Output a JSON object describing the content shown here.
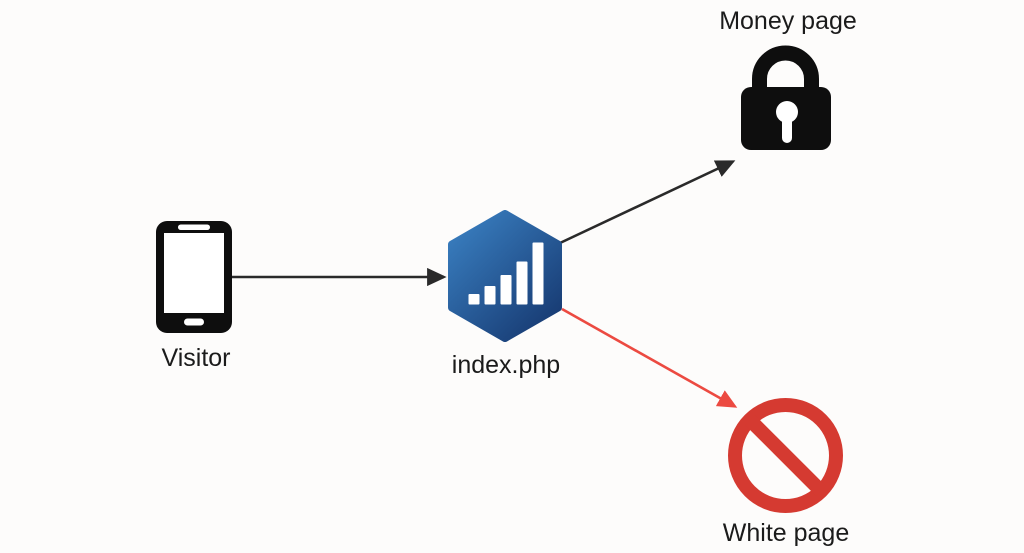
{
  "nodes": [
    {
      "id": "visitor",
      "label": "Visitor",
      "icon": "smartphone-icon"
    },
    {
      "id": "index-php",
      "label": "index.php",
      "icon": "analytics-hexagon-icon"
    },
    {
      "id": "money-page",
      "label": "Money page",
      "icon": "padlock-icon"
    },
    {
      "id": "white-page",
      "label": "White page",
      "icon": "no-entry-icon"
    }
  ],
  "edges": [
    {
      "from": "Visitor",
      "to": "index.php",
      "style": "black-arrow"
    },
    {
      "from": "index.php",
      "to": "Money page",
      "style": "black-arrow"
    },
    {
      "from": "index.php",
      "to": "White page",
      "style": "red-arrow"
    }
  ],
  "colors": {
    "background": "#fdfcfb",
    "arrow_black": "#2a2a2a",
    "arrow_red": "#ec4a41",
    "icon_black": "#0e0e0e",
    "no_entry_red": "#d53a31",
    "hexagon_top": "#3b82c4",
    "hexagon_bottom": "#173a72",
    "label_text": "#1b1b1b"
  }
}
